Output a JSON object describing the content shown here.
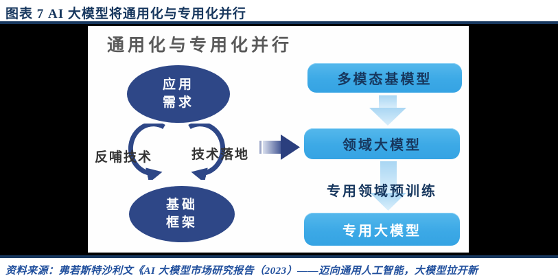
{
  "header": {
    "title": "图表 7  AI 大模型将通用化与专用化并行"
  },
  "diagram": {
    "title": "通用化与专用化并行",
    "left_flow": {
      "app_ellipse": {
        "line1": "应用",
        "line2": "需求"
      },
      "base_ellipse": {
        "line1": "基础",
        "line2": "框架"
      },
      "cycle_labels": {
        "left": "反哺技术",
        "right": "技术落地"
      }
    },
    "right_flow": {
      "boxes": [
        "多模态基模型",
        "领域大模型",
        "专用大模型"
      ],
      "between_label": "专用领域预训练"
    }
  },
  "footer": {
    "source": "资料来源：弗若斯特沙利文《AI 大模型市场研究报告（2023）——迈向通用人工智能，大模型拉开新"
  },
  "colors": {
    "header_navy": "#17375E",
    "ellipse_navy": "#2E4787",
    "box_blue": "#3CA9E6",
    "chevron_light_blue": "#BFE2F8",
    "source_blue": "#1F4E9C",
    "diagram_title_gray": "#595959",
    "side_band_black": "#000000"
  }
}
